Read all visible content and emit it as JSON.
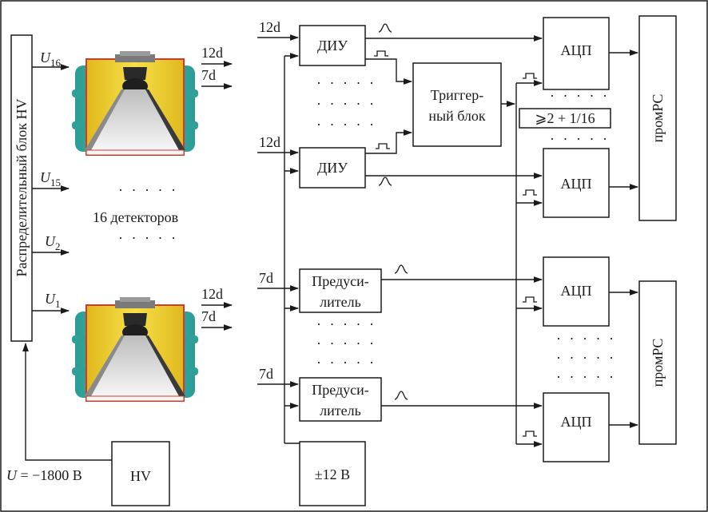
{
  "distributor_label": "Распределительный блок HV",
  "voltage_labels": {
    "u16": {
      "sym": "U",
      "sub": "16"
    },
    "u15": {
      "sym": "U",
      "sub": "15"
    },
    "u2": {
      "sym": "U",
      "sub": "2"
    },
    "u1": {
      "sym": "U",
      "sub": "1"
    }
  },
  "hv_supply": {
    "label": "HV",
    "voltage_sym": "U",
    "voltage_text": " = −1800 В"
  },
  "detectors": {
    "count_label": "16 детекторов",
    "top_outputs": [
      "12d",
      "7d"
    ],
    "bottom_outputs": [
      "12d",
      "7d"
    ]
  },
  "dots": "· · · · ·",
  "inputs": [
    "12d",
    "12d",
    "7d",
    "7d"
  ],
  "diu_label": "ДИУ",
  "trigger_block": {
    "line1": "Триггер-",
    "line2": "ный блок"
  },
  "trigger_condition": "⩾2 + 1/16",
  "preamp": {
    "line1": "Предуси-",
    "line2": "литель"
  },
  "adc_label": "АЦП",
  "prompc_label": "промPC",
  "power_label": "±12 В",
  "colors": {
    "tank_teal": "#3bb0a8",
    "tank_yellow": "#f2d431",
    "cone_white": "#f4f4f4",
    "line": "#1a1a1a"
  }
}
